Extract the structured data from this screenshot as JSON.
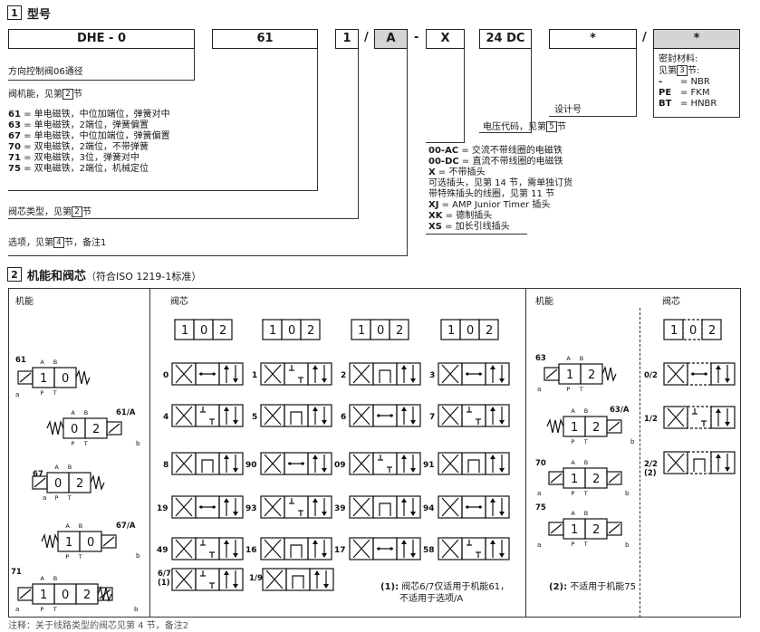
{
  "section1": {
    "num": "1",
    "title": "型号",
    "codes": [
      "DHE - 0",
      "61",
      "1",
      "A",
      "X",
      "24 DC",
      "*",
      "*"
    ],
    "separators": [
      "/",
      "-",
      "/"
    ],
    "seal": {
      "title": "密封材料:",
      "ref_text": "见第",
      "ref_num": "3",
      "ref_tail": "节:",
      "items": [
        {
          "code": "-",
          "text": "= NBR"
        },
        {
          "code": "PE",
          "text": "= FKM"
        },
        {
          "code": "BT",
          "text": "= HNBR"
        }
      ]
    },
    "design_no": "设计号",
    "voltage": {
      "text": "电压代码，见第",
      "ref": "5",
      "tail": "节"
    },
    "plug": [
      {
        "code": "00-AC",
        "text": " = 交流不带线圈的电磁铁"
      },
      {
        "code": "00-DC",
        "text": " = 直流不带线圈的电磁铁"
      },
      {
        "code": "X",
        "text": " = 不带插头"
      },
      {
        "code": "",
        "text": "可选插头，见第 14 节，需单独订货"
      },
      {
        "code": "",
        "text": "带特殊插头的线圈，见第 11 节"
      },
      {
        "code": "XJ",
        "text": " = AMP Junior Timer 插头"
      },
      {
        "code": "XK",
        "text": " = 德制插头"
      },
      {
        "code": "XS",
        "text": " = 加长引线插头"
      }
    ],
    "valve_name": "方向控制阀06通径",
    "function_title": {
      "text": "阀机能，见第",
      "ref": "2",
      "tail": "节"
    },
    "functions": [
      {
        "code": "61",
        "text": " = 单电磁铁，中位加端位，弹簧对中"
      },
      {
        "code": "63",
        "text": " = 单电磁铁，2端位，弹簧偏置"
      },
      {
        "code": "67",
        "text": " = 单电磁铁，中位加端位，弹簧偏置"
      },
      {
        "code": "70",
        "text": " = 双电磁铁，2端位，不带弹簧"
      },
      {
        "code": "71",
        "text": " = 双电磁铁，3位，弹簧对中"
      },
      {
        "code": "75",
        "text": " = 双电磁铁，2端位，机械定位"
      }
    ],
    "spool_type": {
      "text": "阀芯类型，见第",
      "ref": "2",
      "tail": "节"
    },
    "options": {
      "text": "选项，见第",
      "ref": "4",
      "tail": "节，备注1"
    }
  },
  "section2": {
    "num": "2",
    "title": "机能和阀芯",
    "subtitle": "（符合ISO 1219-1标准）",
    "col_function": "机能",
    "col_spool": "阀芯",
    "col_function2": "机能",
    "col_spool2": "阀芯",
    "header_digits": [
      "1",
      "0",
      "2"
    ],
    "left_functions": [
      "61",
      "61/A",
      "67",
      "67/A",
      "71"
    ],
    "spools": [
      [
        "0",
        "1",
        "2",
        "3"
      ],
      [
        "4",
        "5",
        "6",
        "7"
      ],
      [
        "8",
        "90",
        "09",
        "91"
      ],
      [
        "19",
        "93",
        "39",
        "94"
      ],
      [
        "49",
        "16",
        "17",
        "58"
      ]
    ],
    "spool_extra": [
      "6/7\n(1)",
      "1/9"
    ],
    "note1_label": "(1):",
    "note1": "阀芯6/7仅适用于机能61，",
    "note1b": "不适用于选项/A",
    "right_functions": [
      "63",
      "63/A",
      "70",
      "75"
    ],
    "right_spools": [
      "0/2",
      "1/2",
      "2/2\n(2)"
    ],
    "note2_label": "(2):",
    "note2": "不适用于机能75"
  },
  "footer": "注释：关于线路类型的阀芯见第 4 节，备注2"
}
